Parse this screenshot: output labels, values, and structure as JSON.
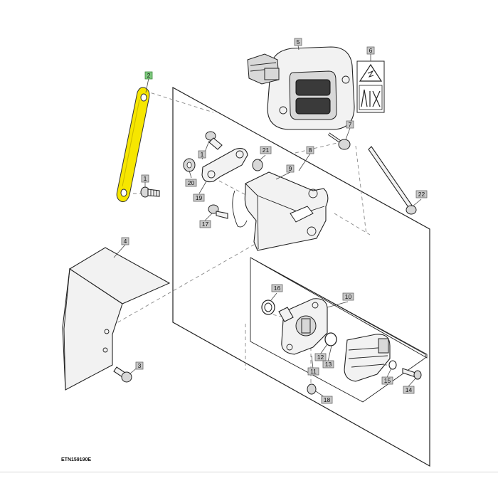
{
  "figure_id": "ETN159190E",
  "highlighted_part": "2",
  "highlight_color": "#f6e600",
  "callouts": {
    "c1a": "1",
    "c1b": "1",
    "c2": "2",
    "c3": "3",
    "c4": "4",
    "c5": "5",
    "c6": "6",
    "c7": "7",
    "c8": "8",
    "c9": "9",
    "c10": "10",
    "c11": "11",
    "c12": "12",
    "c13": "13",
    "c14": "14",
    "c15": "15",
    "c16": "16",
    "c17": "17",
    "c18": "18",
    "c19": "19",
    "c20": "20",
    "c21": "21",
    "c22": "22"
  }
}
